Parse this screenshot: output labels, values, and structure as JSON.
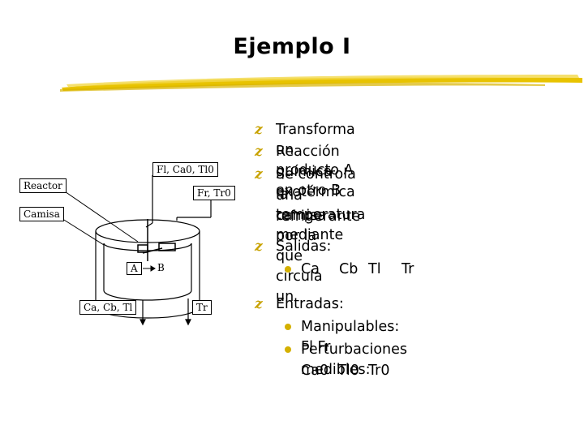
{
  "title": "Ejemplo I",
  "diagram": {
    "label_inputs": "Fl, Ca0, Tl0",
    "label_reactor": "Reactor",
    "label_jacket_in": "Fr, Tr0",
    "label_camisa": "Camisa",
    "label_a": "A",
    "label_b": "B",
    "label_outputs": "Ca, Cb, Tl",
    "label_tr": "Tr"
  },
  "bullets": {
    "line1": "Transforma un producto A en otro B",
    "line2": "Reacción química exotérmica",
    "line3a": "Se controla la temperatura mediante",
    "line3b": "una camisa por la que circula un",
    "line3c": "refrigerante",
    "salidas_title": "Salidas:",
    "salidas_items": [
      "Ca",
      "Cb",
      "Tl",
      "Tr"
    ],
    "entradas_title": "Entradas:",
    "entradas_item1": "Manipulables: Fl  Fr",
    "entradas_item2a": "Perturbaciones medibles:",
    "entradas_item2b": "Ca0  Tl0  Tr0",
    "bullet_glyph": "z"
  },
  "colors": {
    "accent_yellow": "#e8c300",
    "bullet_gold": "#c8a200"
  }
}
